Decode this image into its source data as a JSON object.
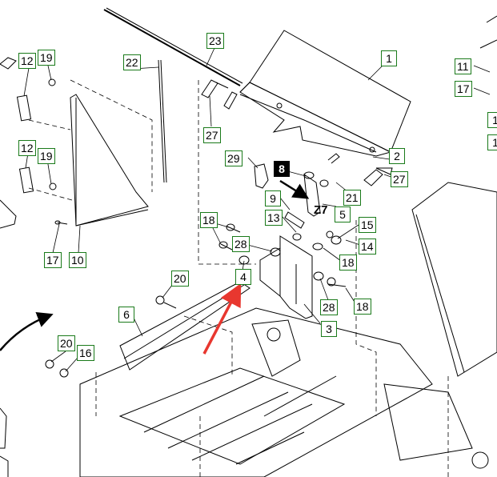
{
  "diagram": {
    "zone_label": "Z7",
    "callouts": [
      {
        "id": "c1",
        "text": "1"
      },
      {
        "id": "c2",
        "text": "2"
      },
      {
        "id": "c3",
        "text": "3"
      },
      {
        "id": "c4",
        "text": "4"
      },
      {
        "id": "c5",
        "text": "5"
      },
      {
        "id": "c6",
        "text": "6"
      },
      {
        "id": "c8",
        "text": "8",
        "highlight": true
      },
      {
        "id": "c9",
        "text": "9"
      },
      {
        "id": "c10",
        "text": "10"
      },
      {
        "id": "c11",
        "text": "11"
      },
      {
        "id": "c12a",
        "text": "12"
      },
      {
        "id": "c12b",
        "text": "12"
      },
      {
        "id": "c13",
        "text": "13"
      },
      {
        "id": "c14",
        "text": "14"
      },
      {
        "id": "c15",
        "text": "15"
      },
      {
        "id": "c16",
        "text": "16"
      },
      {
        "id": "c17a",
        "text": "17"
      },
      {
        "id": "c17b",
        "text": "17"
      },
      {
        "id": "c18a",
        "text": "18"
      },
      {
        "id": "c18b",
        "text": "18"
      },
      {
        "id": "c18c",
        "text": "18"
      },
      {
        "id": "c19a",
        "text": "19"
      },
      {
        "id": "c19b",
        "text": "19"
      },
      {
        "id": "c20a",
        "text": "20"
      },
      {
        "id": "c20b",
        "text": "20"
      },
      {
        "id": "c21",
        "text": "21"
      },
      {
        "id": "c22",
        "text": "22"
      },
      {
        "id": "c23",
        "text": "23"
      },
      {
        "id": "c27a",
        "text": "27"
      },
      {
        "id": "c27b",
        "text": "27"
      },
      {
        "id": "c28a",
        "text": "28"
      },
      {
        "id": "c28b",
        "text": "28"
      },
      {
        "id": "c29",
        "text": "29"
      },
      {
        "id": "c1r",
        "text": "1"
      },
      {
        "id": "c1r2",
        "text": "1"
      }
    ]
  }
}
